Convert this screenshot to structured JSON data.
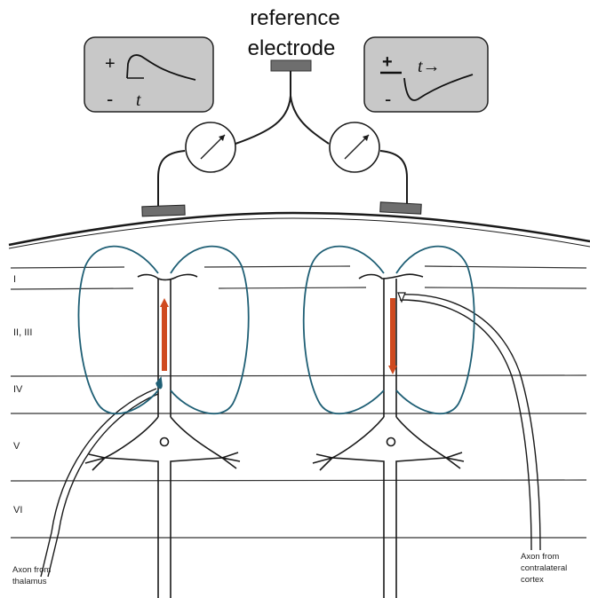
{
  "reference_electrode": {
    "line1": "reference",
    "line2": "electrode"
  },
  "left_inset": {
    "plus": "+",
    "minus": "-",
    "time": "t"
  },
  "right_inset": {
    "plus": "+",
    "minus": "-",
    "time": "t→"
  },
  "layers": [
    "I",
    "II, III",
    "IV",
    "V",
    "VI"
  ],
  "axon_left": {
    "line1": "Axon from",
    "line2": "thalamus"
  },
  "axon_right": {
    "line1": "Axon from",
    "line2": "contralateral",
    "line3": "cortex"
  },
  "colors": {
    "field_lines": "#1f5f75",
    "dipole": "#cf4a1f",
    "inset_fill": "#c8c8c8",
    "electrode": "#6e6e6e"
  }
}
